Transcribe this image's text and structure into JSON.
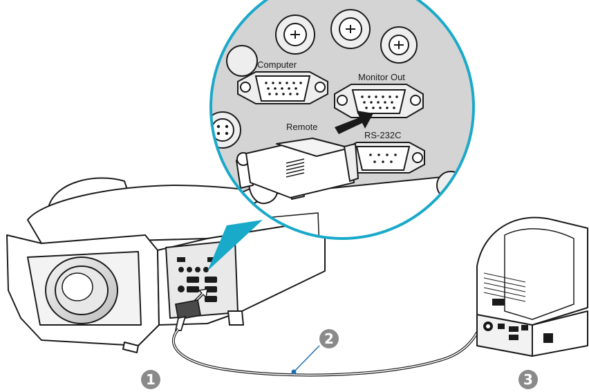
{
  "port_labels": {
    "computer": "Computer",
    "monitor_out": "Monitor Out",
    "remote": "Remote",
    "rs232c": "RS-232C"
  },
  "callouts": {
    "projector": "1",
    "cable": "2",
    "monitor": "3"
  },
  "colors": {
    "zoom_ring": "#19a9c9",
    "callout_circle": "#8a8a8a",
    "panel_gray": "#d4d4d4",
    "outline": "#1a1a1a"
  },
  "icons": {
    "callout_shape": "filled-gray-circle",
    "insert_arrow": "black-block-arrow"
  }
}
